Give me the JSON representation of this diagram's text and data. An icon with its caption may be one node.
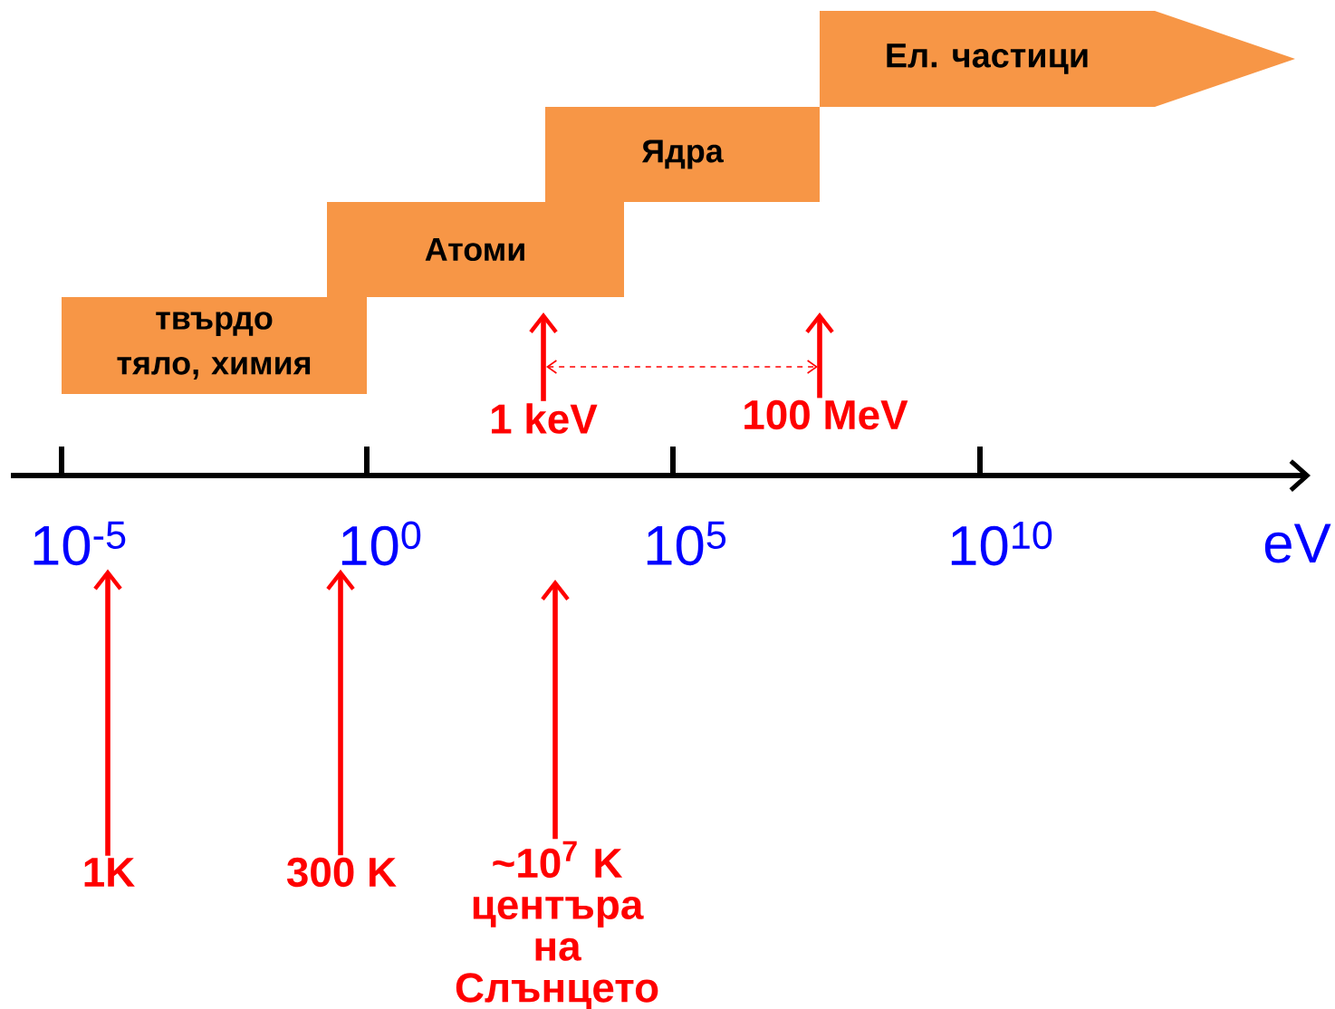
{
  "diagram": {
    "nodes": [
      {
        "text": [
          "твърдо тяло, химия"
        ]
      },
      {
        "text": [
          "Атоми"
        ]
      },
      {
        "text": [
          "Ядра"
        ]
      },
      {
        "text": [
          "Ел. частици"
        ]
      },
      {
        "text": [
          "1 keV"
        ]
      },
      {
        "text": [
          "100 MeV"
        ]
      },
      {
        "text": [
          "1K"
        ]
      },
      {
        "text": [
          "300 K"
        ]
      },
      {
        "text": [
          "~10$^{7}$ K центъра на Слънцето"
        ]
      },
      {
        "text": [
          "10$^{-5}$"
        ]
      },
      {
        "text": [
          "10$^{0}$"
        ]
      }
    ],
    "edges": [
      {
        "from": 4,
        "to": null,
        "arrow": "to"
      },
      {
        "from": 5,
        "to": null,
        "arrow": "to"
      },
      {
        "from": 6,
        "to": 9,
        "arrow": "to"
      },
      {
        "from": 7,
        "to": 10,
        "arrow": "to"
      },
      {
        "from": 8,
        "to": null,
        "arrow": "to"
      }
    ],
    "labels": [
      "10$^{5}$",
      "10$^{10}$",
      "eV"
    ]
  }
}
